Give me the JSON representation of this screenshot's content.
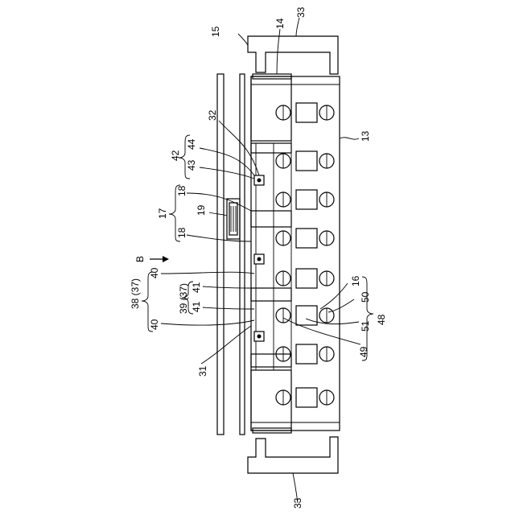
{
  "figure": {
    "view_label": "B",
    "labels": {
      "l15": "15",
      "l14": "14",
      "l33_top": "33",
      "l33_bottom": "33",
      "l13": "13",
      "l32": "32",
      "l44": "44",
      "l42": "42",
      "l43": "43",
      "l18_top": "18",
      "l18_bottom": "18",
      "l17": "17",
      "l19": "19",
      "l40_a": "40",
      "l40_b": "40",
      "l38": "38 (37)",
      "l39": "39 (37)",
      "l41_a": "41",
      "l41_b": "41",
      "l16": "16",
      "l50": "50",
      "l51": "51",
      "l48": "48",
      "l49": "49",
      "l31": "31"
    }
  }
}
